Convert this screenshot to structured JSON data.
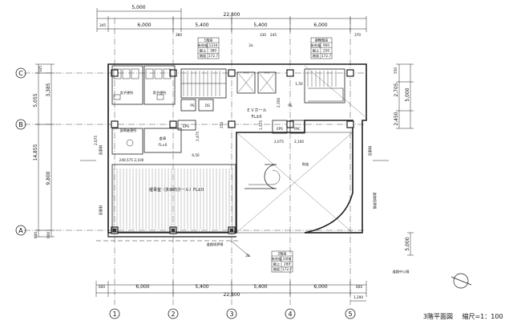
{
  "dimensions": {
    "top_partial": "5,000",
    "top_total": "22,800",
    "top_spans": [
      "6,000",
      "5,400",
      "5,400",
      "6,000"
    ],
    "top_edge_left": "345",
    "top_stub_1": "380",
    "top_stub_2": "330",
    "top_stub_3": "245",
    "top_stub_4": "370",
    "bottom_spans": [
      "6,000",
      "5,400",
      "5,400",
      "6,000"
    ],
    "bottom_total": "22,800",
    "bottom_edge_left": "600",
    "bottom_edge_right": "600",
    "bottom_extra": "1,290",
    "left_345": "345",
    "left_5055": "5,055",
    "left_3385": "3,385",
    "left_14855": "14,855",
    "left_9800": "9,800",
    "left_600": "600",
    "right_2705": "2,705",
    "right_5000": "5,000",
    "right_2450": "2,450",
    "right_550": "550",
    "right_bottom_5000": "5,000",
    "inner_2075_a": "2,075",
    "inner_2075_b": "2,075",
    "inner_2100": "2,100",
    "inner_2475": "2,475",
    "inner_650": "6,50",
    "inner_260": "260",
    "inner_2350": "2,350",
    "inner_1575": "1,575",
    "inner_1550": "1,550",
    "inner_150": "1,50",
    "inner_575_2100": "240,575 2,100",
    "inner_250": "250"
  },
  "grid": {
    "rows": [
      "C",
      "B",
      "A"
    ],
    "cols": [
      "1",
      "2",
      "3",
      "4",
      "5"
    ]
  },
  "rooms": {
    "womens_wc": "女子便所",
    "mens_wc": "男子便所",
    "eps_1": "EPS",
    "eps_2": "EPS",
    "ps_1": "PS",
    "ps_2": "PS",
    "ds": "DS",
    "pac": "PAC",
    "ev_hall": "ＥＶホール",
    "ev_hall_fl": "FL±0",
    "storage": "倉庫",
    "storage_fl": "FL±0",
    "accessible_wc": "身障者便所",
    "main_hall": "催事室（多目的ホール）FL±0",
    "opening": "吹抜",
    "smoke_1": "排煙窓",
    "smoke_2": "排煙窓",
    "smoke_3": "排煙窓",
    "road_1": "道路境界線",
    "road_2": "道路境界線",
    "road_3": "道路中心線",
    "tag_2a": "2a",
    "tag_2b": "2b"
  },
  "tables": {
    "top_left": {
      "header": "1階段",
      "rows": [
        [
          "有効幅",
          "1210"
        ],
        [
          "蹴上",
          "380"
        ],
        [
          "踏面",
          "172.7"
        ]
      ]
    },
    "top_right": {
      "header": "避難階段",
      "rows": [
        [
          "有効幅",
          "900"
        ],
        [
          "蹴上",
          "250"
        ],
        [
          "踏面",
          "172.7"
        ]
      ]
    },
    "bottom": {
      "header": "2階段",
      "rows": [
        [
          "有効幅",
          "1000"
        ],
        [
          "蹴上",
          "280"
        ],
        [
          "踏面",
          "172.7"
        ]
      ]
    }
  },
  "title": {
    "text": "3階平面図",
    "scale": "縮尺=1：100"
  }
}
